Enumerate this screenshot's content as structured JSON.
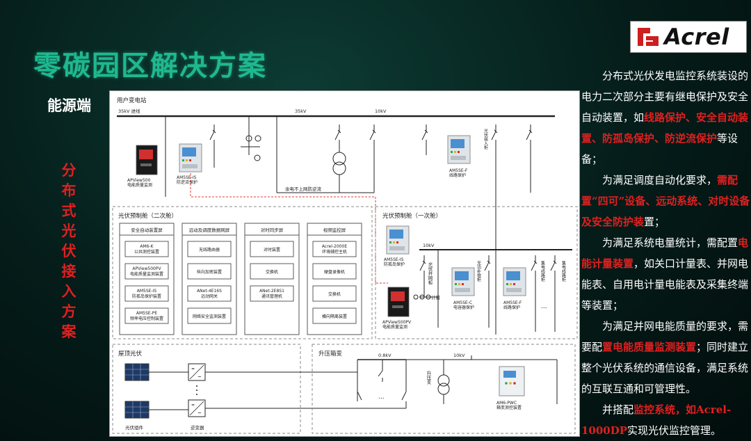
{
  "title": "零碳园区解决方案",
  "subtitle": "能源端",
  "vertical_label": "分布式光伏接入方案",
  "logo": {
    "text": "Acrel",
    "accent": "#cc1f1f"
  },
  "colors": {
    "title": "#1fb88f",
    "highlight": "#e02020",
    "diagram_red": "#e03a3a"
  },
  "diagram": {
    "substation_title": "用户变电站",
    "bus_35kv_in": "35kV 进线",
    "bus_35kv": "35kV",
    "bus_10kv": "10kV",
    "apview_top": "APView500\n电能质量监测",
    "am5se_is_top": "AM5SE-IS\n防逆流保护",
    "reverse_label": "余电不上网防逆流",
    "pv_access_cab": "光伏接入柜",
    "am5se_f_top": "AM5SE-F\n线路保护",
    "cabin2_title": "光伏预制舱（二次舱）",
    "cabin1_title": "光伏预制舱（一次舱）",
    "panels": [
      {
        "title": "安全自动装置屏",
        "items": [
          "AM6-K\n公共测控装置",
          "APView500PV\n电能质量监测装置",
          "AM5SE-IS\n防孤岛保护装置",
          "AM5SE-PE\n频率电压控制装置"
        ]
      },
      {
        "title": "远动及调度数据网屏",
        "items": [
          "无线路由器",
          "纵向加密装置",
          "ANet-4E16S\n远动网关",
          "网络安全监测装置"
        ]
      },
      {
        "title": "对时同步屏",
        "items": [
          "对时装置",
          "交换机",
          "ANet-2E8S1\n通讯管理机"
        ]
      },
      {
        "title": "视频监控屏",
        "items": [
          "Acrel-2000E\n环境辅控主机",
          "硬盘录像机",
          "交换机",
          "横向隔离装置"
        ]
      }
    ],
    "cabin1": {
      "bus": "10kV",
      "am5se_is": "AM5SE-IS\n防孤岛保护",
      "apview_pv": "APView500PV\n电能质量监测",
      "pv_grid_cab": "光伏并网柜",
      "meter": "计量",
      "reactive_cab": "无功补偿柜",
      "am5se_c": "AM5SE-C\n电容器保护",
      "am5se_f": "AM5SE-F\n线路保护",
      "collector_1": "集电线路柜",
      "collector_2": "集电线路柜",
      "dots": "..."
    },
    "rooftop_title": "屋顶光伏",
    "pv_module": "光伏组件",
    "inverter": "逆变器",
    "booster_title": "升压箱变",
    "v08": "0.8kV",
    "v10": "10kV",
    "booster_transformer": "升压变",
    "am6_pwc": "AM6-PWC\n箱变测控装置",
    "dots": "..."
  },
  "right_text": {
    "p1": [
      {
        "t": "分布式光伏发电监控系统装设的电力二次部分主要有继电保护及安全自动装置，如",
        "h": false
      },
      {
        "t": "线路保护、安全自动装置、防孤岛保护、防逆流保护",
        "h": true
      },
      {
        "t": "等设备；",
        "h": false
      }
    ],
    "p2": [
      {
        "t": "为满足调度自动化要求，",
        "h": false
      },
      {
        "t": "需配置“四可”设备、远动系统、对时设备及安全防护装",
        "h": true
      },
      {
        "t": "置；",
        "h": false
      }
    ],
    "p3": [
      {
        "t": "为满足系统电量统计，需配置",
        "h": false
      },
      {
        "t": "电能计量装置",
        "h": true
      },
      {
        "t": "，如关口计量表、并网电能表、自用电计量电能表及采集终端等装置；",
        "h": false
      }
    ],
    "p4": [
      {
        "t": "为满足并网电能质量的要求，需要配",
        "h": false
      },
      {
        "t": "置电能质量监测装置",
        "h": true
      },
      {
        "t": "；同时建立整个光伏系统的通信设备，满足系统的互联互通和可管理性。",
        "h": false
      }
    ],
    "p5": [
      {
        "t": "并搭配",
        "h": false
      },
      {
        "t": "监控系统，如Acrel-1000DP",
        "h": true
      },
      {
        "t": "实现光伏监控管理。",
        "h": false
      }
    ]
  }
}
